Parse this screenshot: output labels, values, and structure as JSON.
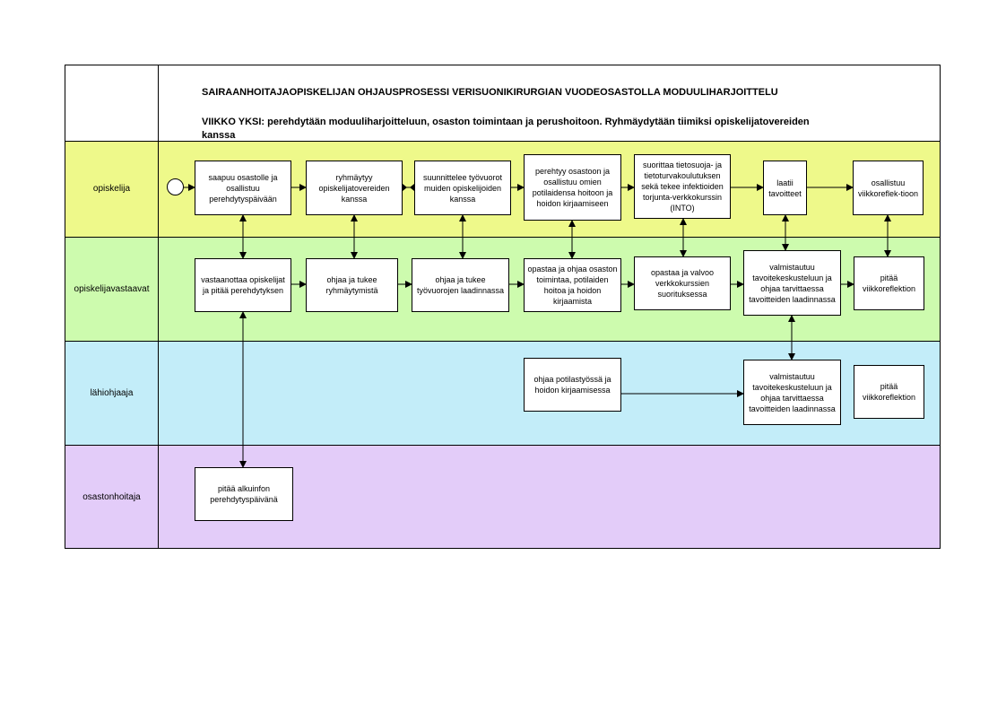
{
  "header": {
    "title": "SAIRAANHOITAJAOPISKELIJAN OHJAUSPROSESSI VERISUONIKIRURGIAN VUODEOSASTOLLA MODUULIHARJOITTELU",
    "subtitle": "VIIKKO YKSI: perehdytään moduuliharjoitteluun, osaston toimintaan ja perushoitoon. Ryhmäydytään tiimiksi opiskelijatovereiden kanssa"
  },
  "lanes": [
    {
      "label": "opiskelija",
      "color": "#EEF98A"
    },
    {
      "label": "opiskelijavastaavat",
      "color": "#CDFBAE"
    },
    {
      "label": "lähiohjaaja",
      "color": "#C3EDF9"
    },
    {
      "label": "osastonhoitaja",
      "color": "#E3CCF9"
    }
  ],
  "boxes": {
    "o1": "saapuu osastolle ja osallistuu perehdytyspäivään",
    "o2": "ryhmäytyy opiskelijatovereiden kanssa",
    "o3": "suunnittelee työvuorot muiden opiskelijoiden kanssa",
    "o4": "perehtyy osastoon ja osallistuu omien potilaidensa hoitoon ja hoidon kirjaamiseen",
    "o5": "suorittaa tietosuoja- ja tietoturvakoulutuksen sekä tekee infektioiden torjunta-verkkokurssin (INTO)",
    "o6": "laatii tavoitteet",
    "o7": "osallistuu viikkoreflek-tioon",
    "v1": "vastaanottaa opiskelijat  ja pitää perehdytyksen",
    "v2": "ohjaa ja tukee ryhmäytymistä",
    "v3": "ohjaa ja tukee työvuorojen laadinnassa",
    "v4": "opastaa ja ohjaa osaston toimintaa, potilaiden hoitoa ja hoidon kirjaamista",
    "v5": "opastaa ja valvoo verkkokurssien suorituksessa",
    "v6": "valmistautuu tavoitekeskusteluun ja ohjaa tarvittaessa tavoitteiden laadinnassa",
    "v7": "pitää viikkoreflektion",
    "l1": "ohjaa potilastyössä  ja hoidon kirjaamisessa",
    "l2": "valmistautuu tavoitekeskusteluun ja ohjaa tarvittaessa tavoitteiden laadinnassa",
    "l3": "pitää viikkoreflektion",
    "h1": "pitää alkuinfon perehdytyspäivänä"
  }
}
